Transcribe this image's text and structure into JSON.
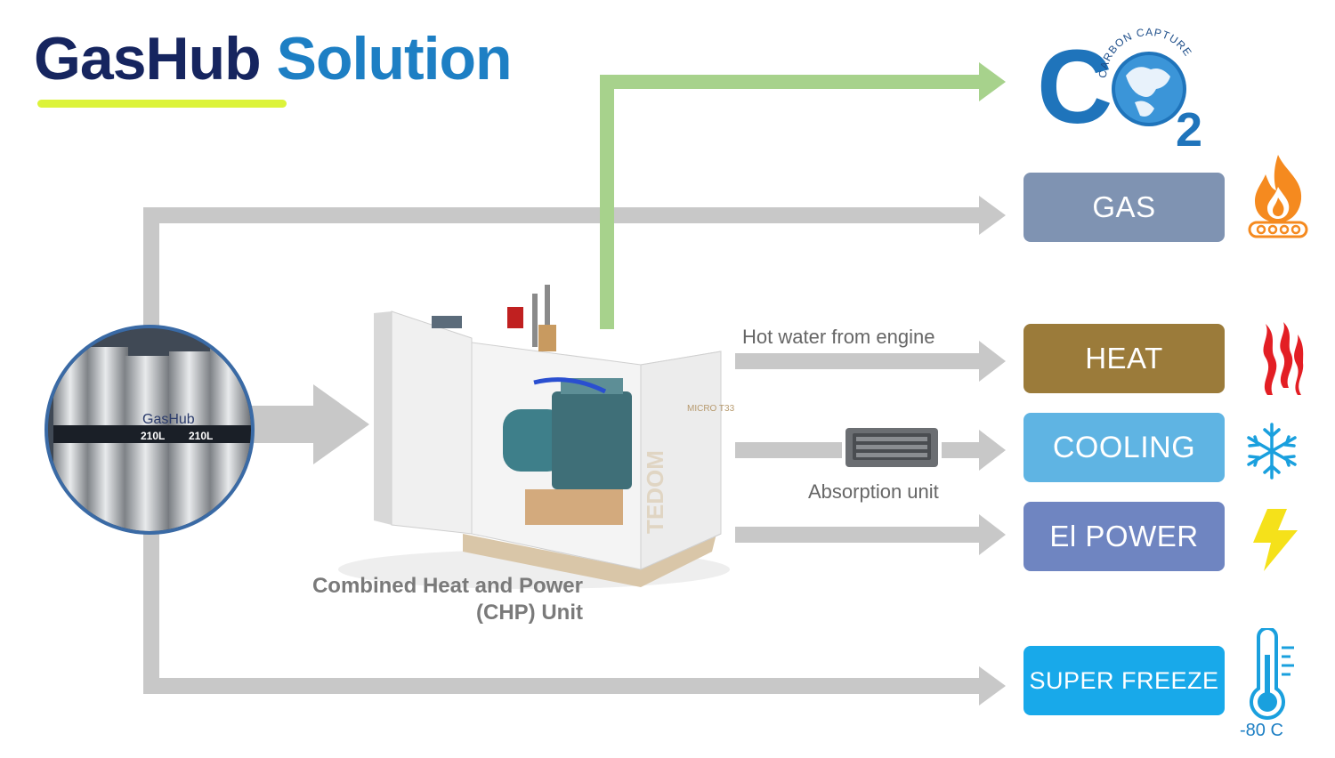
{
  "title": {
    "part1": "GasHub",
    "part2": "Solution"
  },
  "co2_logo": {
    "text_c": "C",
    "text_2": "2",
    "ring_text": "CARBON CAPTURE"
  },
  "outputs": {
    "gas": "GAS",
    "heat": "HEAT",
    "cooling": "COOLING",
    "power": "El POWER",
    "freeze": "SUPER FREEZE"
  },
  "labels": {
    "hot_water": "Hot water from engine",
    "absorption": "Absorption unit",
    "chp_line1": "Combined Heat and Power",
    "chp_line2": "(CHP) Unit"
  },
  "cylinder_text": {
    "brand": "GasHub",
    "volume": "210L"
  },
  "chp_brand": {
    "model": "MICRO T33",
    "maker": "TEDOM"
  },
  "temperature": "-80 C",
  "icons": [
    "globe-icon",
    "flame-burner-icon",
    "heat-waves-icon",
    "snowflake-icon",
    "lightning-icon",
    "thermometer-icon"
  ],
  "colors": {
    "title_dark": "#16255f",
    "title_blue": "#1d7fc4",
    "underline": "#dcf33a",
    "arrow_gray": "#c8c8c8",
    "arrow_green": "#a7d28c",
    "gas": "#7f93b2",
    "heat": "#9b7b3a",
    "cooling": "#5fb4e3",
    "power": "#6f85c1",
    "freeze": "#18a9ea"
  }
}
